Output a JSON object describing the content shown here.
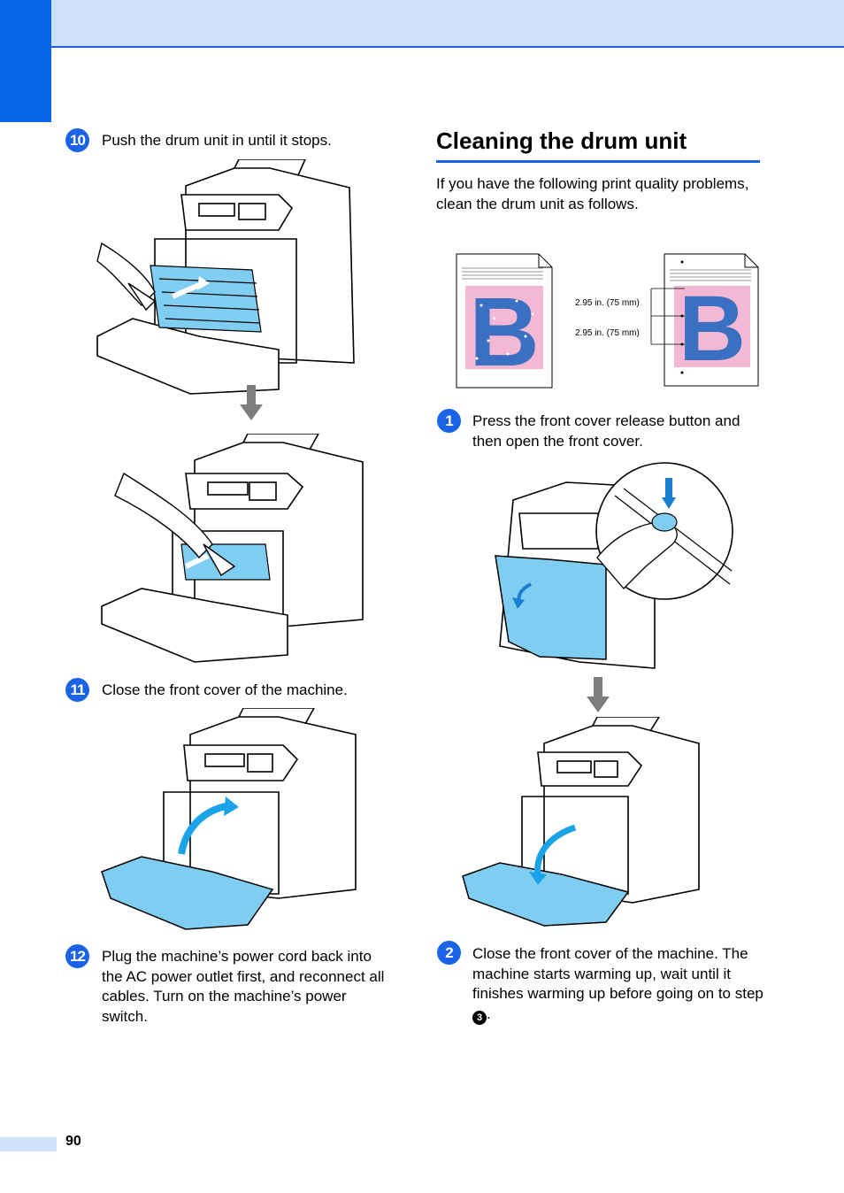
{
  "page": {
    "number": "90"
  },
  "left": {
    "steps": [
      {
        "badge": "10",
        "text": "Push the drum unit in until it stops."
      },
      {
        "badge": "11",
        "text": "Close the front cover of the machine."
      },
      {
        "badge": "12",
        "text": "Plug the machine’s power cord back into the AC power outlet first, and reconnect all cables. Turn on the machine’s power switch."
      }
    ]
  },
  "right": {
    "heading": "Cleaning the drum unit",
    "intro": "If you have the following print quality problems, clean the drum unit as follows.",
    "sample": {
      "dim1": "2.95 in. (75 mm)",
      "dim2": "2.95 in. (75 mm)",
      "letter": "B"
    },
    "steps": [
      {
        "badge": "1",
        "text": "Press the front cover release button and then open the front cover."
      },
      {
        "badge": "2",
        "text_before": "Close the front cover of the machine. The machine starts warming up, wait until it finishes warming up before going on to step ",
        "ref": "3",
        "text_after": "."
      }
    ]
  },
  "colors": {
    "accent": "#1c63e0",
    "tab": "#0a66e8",
    "band": "#cfe0fb",
    "highlight": "#7fcdf0",
    "pink": "#f2b8d4",
    "letter_blue": "#3b6fc2"
  }
}
